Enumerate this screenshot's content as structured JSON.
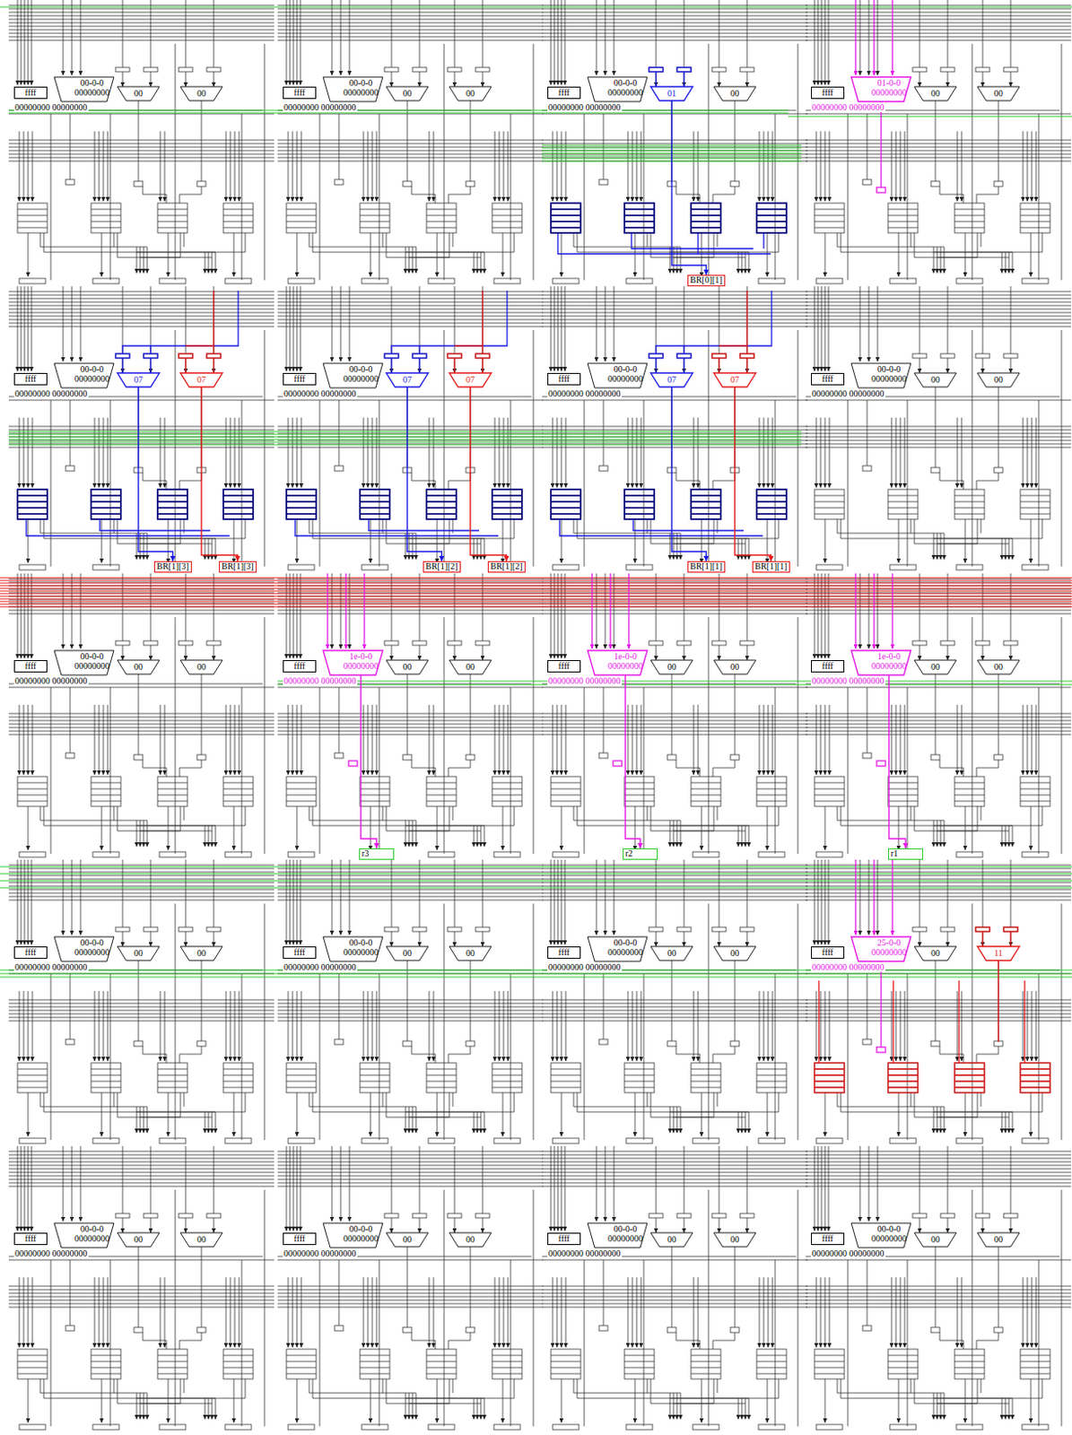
{
  "diagram": {
    "nodes": [
      {
        "text": [
          "ffff"
        ]
      },
      {
        "text": [
          "00-0-0",
          "00000000",
          "00000000 00000000"
        ]
      },
      {
        "text": [
          "00"
        ]
      },
      {
        "text": [
          "00"
        ]
      },
      {
        "text": [
          "ffff"
        ]
      },
      {
        "text": [
          "00-0-0",
          "00000000",
          "00000000 00000000"
        ]
      },
      {
        "text": [
          "00"
        ]
      },
      {
        "text": [
          "00"
        ]
      },
      {
        "text": [
          "ffff"
        ]
      },
      {
        "text": [
          "00-0-0",
          "00000000",
          "00000000 00000000"
        ]
      },
      {
        "text": [
          "01"
        ]
      },
      {
        "text": [
          "00"
        ]
      },
      {
        "text": [
          "ffff"
        ]
      },
      {
        "text": [
          "01-0-0",
          "00000000",
          "00000000 00000000"
        ]
      },
      {
        "text": [
          "00"
        ]
      },
      {
        "text": [
          "00"
        ]
      },
      {
        "text": [
          "ffff"
        ]
      },
      {
        "text": [
          "00-0-0",
          "00000000",
          "00000000 00000000"
        ]
      },
      {
        "text": [
          "07"
        ]
      },
      {
        "text": [
          "07"
        ]
      },
      {
        "text": [
          "ffff"
        ]
      },
      {
        "text": [
          "00-0-0",
          "00000000",
          "00000000 00000000"
        ]
      },
      {
        "text": [
          "07"
        ]
      },
      {
        "text": [
          "07"
        ]
      },
      {
        "text": [
          "ffff"
        ]
      },
      {
        "text": [
          "00-0-0",
          "00000000",
          "00000000 00000000"
        ]
      },
      {
        "text": [
          "07"
        ]
      },
      {
        "text": [
          "07"
        ]
      },
      {
        "text": [
          "ffff"
        ]
      },
      {
        "text": [
          "00-0-0",
          "00000000",
          "00000000 00000000"
        ]
      },
      {
        "text": [
          "00"
        ]
      },
      {
        "text": [
          "00"
        ]
      },
      {
        "text": [
          "ffff"
        ]
      },
      {
        "text": [
          "00-0-0",
          "00000000",
          "00000000 00000000"
        ]
      },
      {
        "text": [
          "00"
        ]
      },
      {
        "text": [
          "00"
        ]
      },
      {
        "text": [
          "ffff"
        ]
      },
      {
        "text": [
          "1e-0-0",
          "00000000",
          "00000000 00000000"
        ]
      },
      {
        "text": [
          "00"
        ]
      },
      {
        "text": [
          "00"
        ]
      },
      {
        "text": [
          "ffff"
        ]
      },
      {
        "text": [
          "1e-0-0",
          "00000000",
          "00000000 00000000"
        ]
      },
      {
        "text": [
          "00"
        ]
      },
      {
        "text": [
          "00"
        ]
      },
      {
        "text": [
          "ffff"
        ]
      },
      {
        "text": [
          "1e-0-0",
          "00000000",
          "00000000 00000000"
        ]
      },
      {
        "text": [
          "00"
        ]
      },
      {
        "text": [
          "00"
        ]
      },
      {
        "text": [
          "ffff"
        ]
      },
      {
        "text": [
          "00-0-0",
          "00000000",
          "00000000 00000000"
        ]
      },
      {
        "text": [
          "00"
        ]
      },
      {
        "text": [
          "00"
        ]
      },
      {
        "text": [
          "ffff"
        ]
      },
      {
        "text": [
          "00-0-0",
          "00000000",
          "00000000 00000000"
        ]
      },
      {
        "text": [
          "00"
        ]
      },
      {
        "text": [
          "00"
        ]
      },
      {
        "text": [
          "ffff"
        ]
      },
      {
        "text": [
          "00-0-0",
          "00000000",
          "00000000 00000000"
        ]
      },
      {
        "text": [
          "00"
        ]
      },
      {
        "text": [
          "00"
        ]
      },
      {
        "text": [
          "ffff"
        ]
      },
      {
        "text": [
          "25-0-0",
          "00000000",
          "00000000 00000000"
        ]
      },
      {
        "text": [
          "00"
        ]
      },
      {
        "text": [
          "11"
        ]
      },
      {
        "text": [
          "ffff"
        ]
      },
      {
        "text": [
          "00-0-0",
          "00000000",
          "00000000 00000000"
        ]
      },
      {
        "text": [
          "00"
        ]
      },
      {
        "text": [
          "00"
        ]
      },
      {
        "text": [
          "ffff"
        ]
      },
      {
        "text": [
          "00-0-0",
          "00000000",
          "00000000 00000000"
        ]
      },
      {
        "text": [
          "00"
        ]
      },
      {
        "text": [
          "00"
        ]
      },
      {
        "text": [
          "ffff"
        ]
      },
      {
        "text": [
          "00-0-0",
          "00000000",
          "00000000 00000000"
        ]
      },
      {
        "text": [
          "00"
        ]
      },
      {
        "text": [
          "00"
        ]
      },
      {
        "text": [
          "ffff"
        ]
      },
      {
        "text": [
          "00-0-0",
          "00000000",
          "00000000 00000000"
        ]
      },
      {
        "text": [
          "00"
        ]
      },
      {
        "text": [
          "00"
        ]
      },
      {
        "text": [
          "BR[0][1]"
        ]
      },
      {
        "text": [
          "BR[1][3]"
        ]
      },
      {
        "text": [
          "BR[1][3]"
        ]
      },
      {
        "text": [
          "BR[1][2]"
        ]
      },
      {
        "text": [
          "BR[1][2]"
        ]
      },
      {
        "text": [
          "BR[1][1]"
        ]
      },
      {
        "text": [
          "BR[1][1]"
        ]
      },
      {
        "text": [
          "r3"
        ]
      },
      {
        "text": [
          "r2"
        ]
      },
      {
        "text": [
          "r1"
        ]
      }
    ],
    "edges": [
      {
        "from": 10,
        "to": 80,
        "arrow": "to"
      },
      {
        "from": 18,
        "to": 81,
        "arrow": "to"
      },
      {
        "from": 19,
        "to": 82,
        "arrow": "to"
      },
      {
        "from": 22,
        "to": 83,
        "arrow": "to"
      },
      {
        "from": 23,
        "to": 84,
        "arrow": "to"
      },
      {
        "from": 26,
        "to": 85,
        "arrow": "to"
      },
      {
        "from": 27,
        "to": 86,
        "arrow": "to"
      },
      {
        "from": 37,
        "to": 87,
        "arrow": "to"
      },
      {
        "from": 41,
        "to": 88,
        "arrow": "to"
      },
      {
        "from": 45,
        "to": 89,
        "arrow": "to"
      }
    ]
  }
}
